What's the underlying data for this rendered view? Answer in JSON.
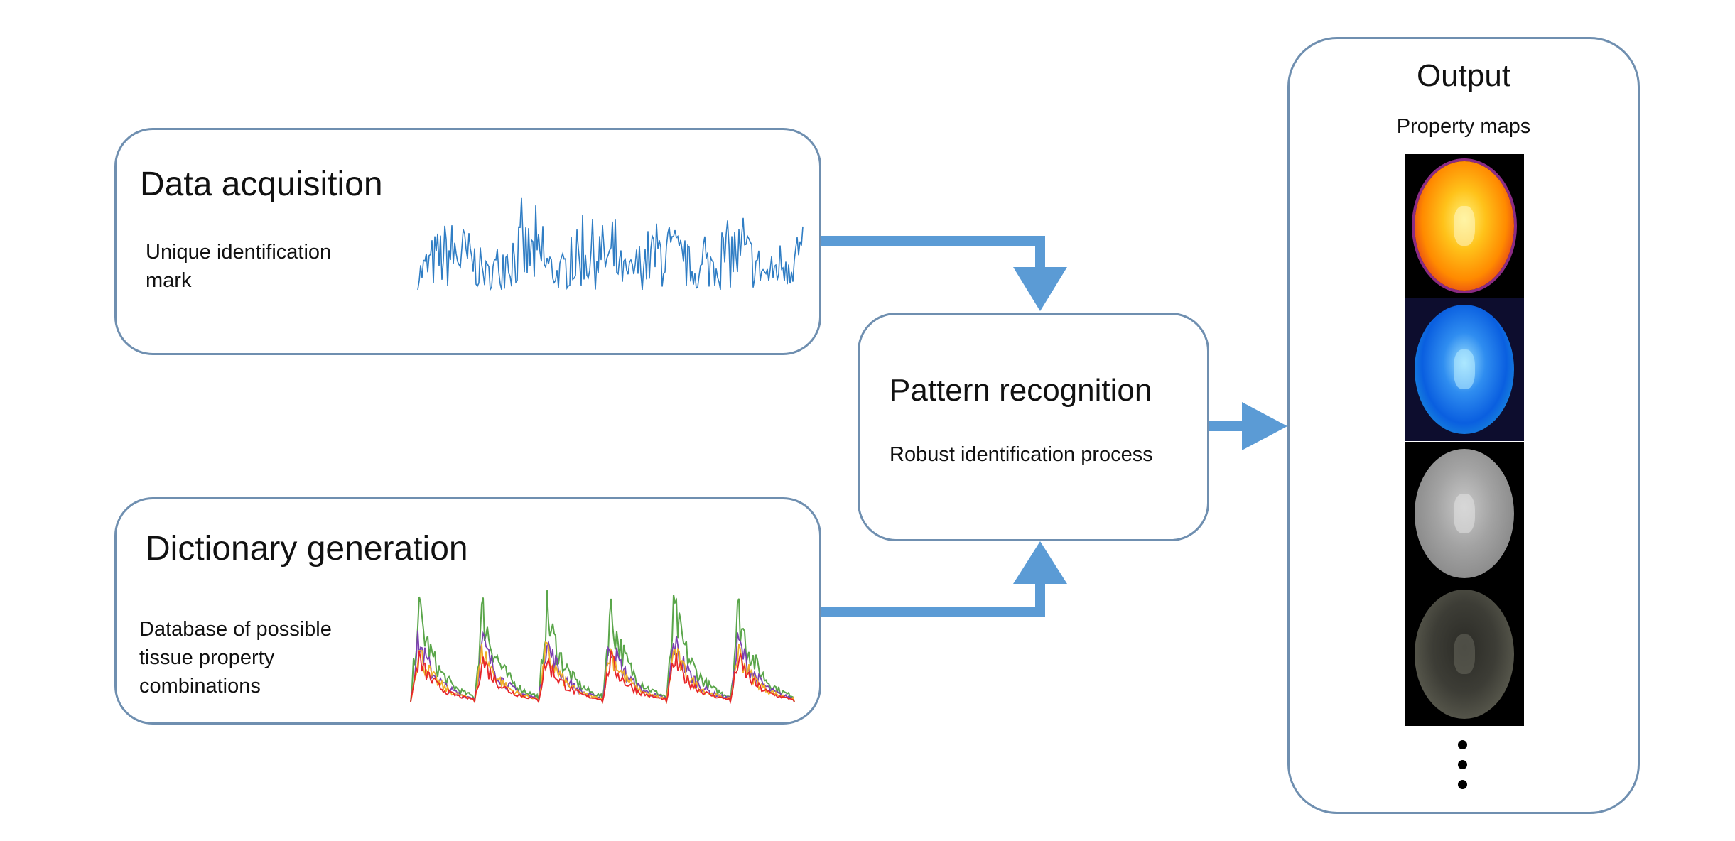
{
  "colors": {
    "box_border": "#6f8fb0",
    "arrow": "#5b9bd5",
    "signal_line": "#2f7dc4",
    "dict_series": [
      "#5aa64a",
      "#7b3fb0",
      "#f0b02a",
      "#e8262a"
    ]
  },
  "acquisition": {
    "title": "Data acquisition",
    "description": "Unique  identification mark"
  },
  "dictionary": {
    "title": "Dictionary generation",
    "description": "Database of possible tissue property combinations"
  },
  "pattern": {
    "title": "Pattern recognition",
    "description": "Robust identification process"
  },
  "output": {
    "title": "Output",
    "subtitle": "Property maps",
    "maps": [
      "t1-map-image",
      "t2-map-image",
      "pd-map-image",
      "m0-map-image"
    ],
    "more_indicator": "ellipsis-vertical-icon"
  },
  "arrows": [
    "arrow-acquisition-to-pattern",
    "arrow-dictionary-to-pattern",
    "arrow-pattern-to-output"
  ]
}
